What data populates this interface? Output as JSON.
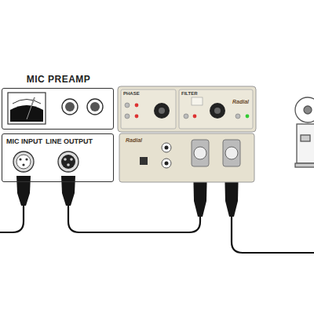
{
  "diagram": {
    "nodes": [
      {
        "text": [
          "MIC PREAMP"
        ]
      },
      {
        "text": [
          "MIC INPUT",
          "LINE OUTPUT"
        ]
      }
    ],
    "labels": [
      "PHASE",
      "FILTER",
      "Radial",
      "Radial"
    ]
  }
}
